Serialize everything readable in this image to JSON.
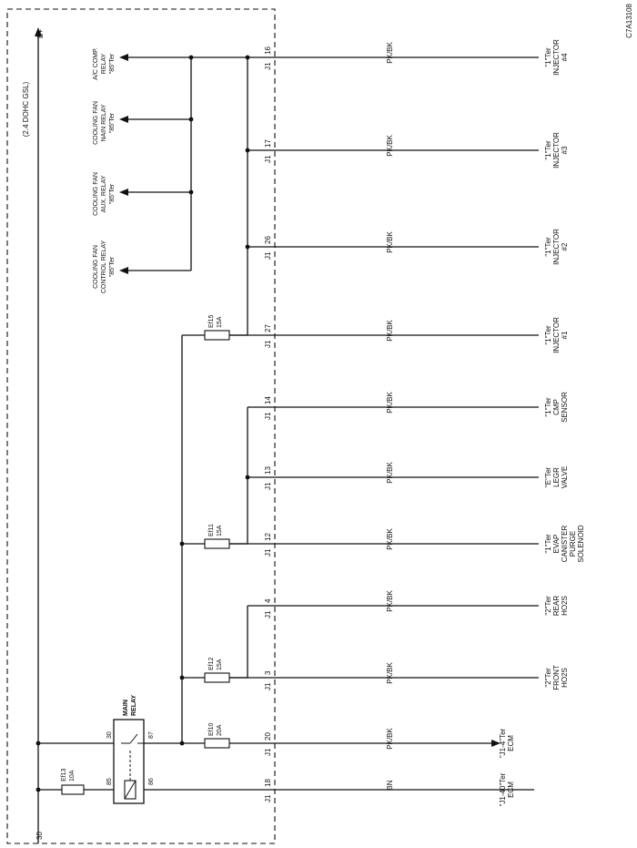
{
  "diagram_id": "C7A13108",
  "engine_label": "(2.4 DOHC GSL)",
  "bplus_label": "B+",
  "bottom_label": "30",
  "main_relay": {
    "title_line1": "MAIN",
    "title_line2": "RELAY",
    "pin_30": "30",
    "pin_87": "87",
    "pin_85": "85",
    "pin_86": "86"
  },
  "fuses": {
    "ef13": {
      "name": "Ef13",
      "rating": "10A"
    },
    "ef10": {
      "name": "Ef10",
      "rating": "20A"
    },
    "ef12": {
      "name": "Ef12",
      "rating": "15A"
    },
    "ef11": {
      "name": "Ef11",
      "rating": "15A"
    },
    "ef15": {
      "name": "Ef15",
      "rating": "15A"
    }
  },
  "connector_label": "J1",
  "relay_outputs": [
    {
      "lines": [
        "A/C COMP.",
        "RELAY",
        "\"85\"Ter"
      ]
    },
    {
      "lines": [
        "COOLING FAN",
        "NAIN RELAY",
        "\"85\"Ter"
      ]
    },
    {
      "lines": [
        "COOLING FAN",
        "AUX. RELAY",
        "\"85\"Ter"
      ]
    },
    {
      "lines": [
        "COOLING FAN",
        "CONTROL RELAY",
        "\"85\"Ter"
      ]
    }
  ],
  "circuits": [
    {
      "pin": "16",
      "wire": "PK/BK",
      "dest": [
        "\"1\"Ter",
        "INJECTOR",
        "#4"
      ]
    },
    {
      "pin": "17",
      "wire": "PK/BK",
      "dest": [
        "\"1\"Ter",
        "INJECTOR",
        "#3"
      ]
    },
    {
      "pin": "26",
      "wire": "PK/BK",
      "dest": [
        "\"1\"Ter",
        "INJECTOR",
        "#2"
      ]
    },
    {
      "pin": "27",
      "wire": "PK/BK",
      "dest": [
        "\"1\"Ter",
        "INJECTOR",
        "#1"
      ]
    },
    {
      "pin": "14",
      "wire": "PK/BK",
      "dest": [
        "\"1\"Ter",
        "CMP",
        "SENSOR"
      ]
    },
    {
      "pin": "13",
      "wire": "PK/BK",
      "dest": [
        "\"E\"Ter",
        "LEGR",
        "VALVE"
      ]
    },
    {
      "pin": "12",
      "wire": "PK/BK",
      "dest": [
        "\"1\"Ter",
        "EVAP",
        "CANISTER",
        "PURGE",
        "SOLENOID"
      ]
    },
    {
      "pin": "4",
      "wire": "PK/BK",
      "dest": [
        "\"2\"Ter",
        "REAR",
        "HO2S"
      ]
    },
    {
      "pin": "3",
      "wire": "PK/BK",
      "dest": [
        "\"2\"Ter",
        "FRONT",
        "HO2S"
      ]
    },
    {
      "pin": "20",
      "wire": "PK/BK",
      "dest": [
        "\"J1-4\"Ter",
        "ECM"
      ]
    },
    {
      "pin": "18",
      "wire": "BN",
      "dest": [
        "\"J1-40\"Ter",
        "ECM"
      ]
    }
  ]
}
